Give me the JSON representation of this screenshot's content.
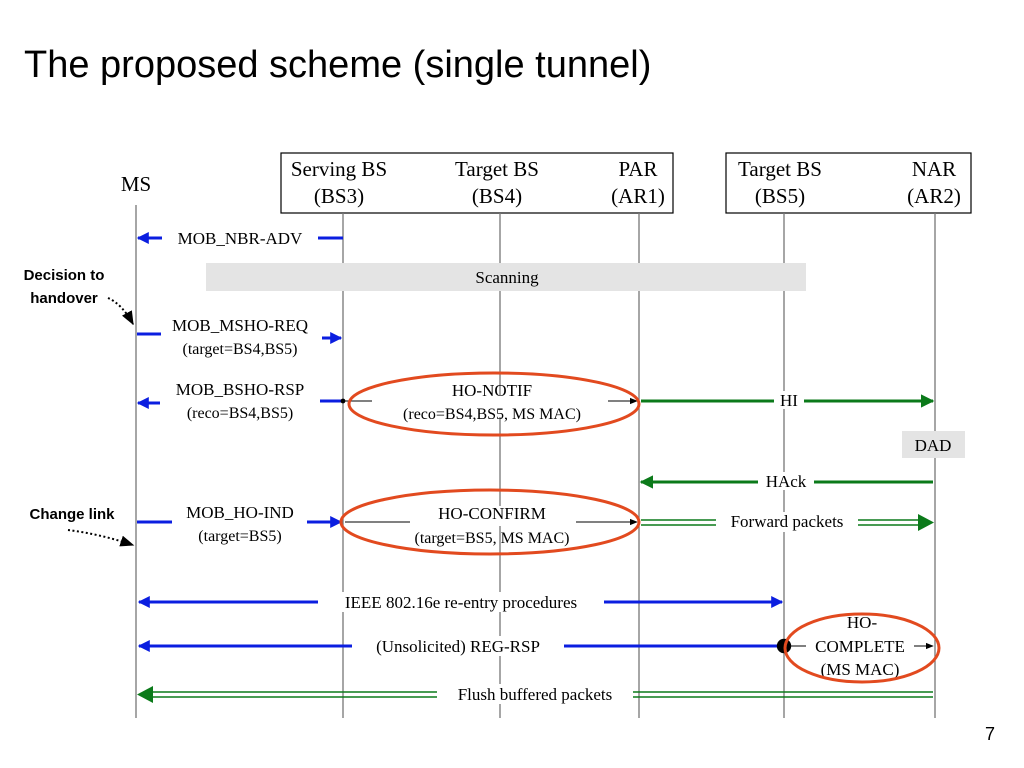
{
  "slide": {
    "title": "The proposed scheme (single tunnel)",
    "page_number": "7"
  },
  "colors": {
    "blue_arrow": "#0b1ee0",
    "green_arrow": "#0b7a1a",
    "red_ellipse": "#e24a1f",
    "lifeline": "#777777",
    "scanning_bar": "#e4e4e4",
    "dad_box": "#e4e4e4"
  },
  "entities": {
    "ms": "MS",
    "bs3_name": "Serving BS",
    "bs3_id": "(BS3)",
    "bs4_name": "Target BS",
    "bs4_id": "(BS4)",
    "ar1_name": "PAR",
    "ar1_id": "(AR1)",
    "bs5_name": "Target BS",
    "bs5_id": "(BS5)",
    "ar2_name": "NAR",
    "ar2_id": "(AR2)"
  },
  "annotations": {
    "decision_line1": "Decision to",
    "decision_line2": "handover",
    "change_link": "Change link"
  },
  "labels": {
    "scanning": "Scanning",
    "dad": "DAD",
    "mob_nbr_adv": "MOB_NBR-ADV",
    "mob_msho_req": "MOB_MSHO-REQ",
    "mob_msho_req_sub": "(target=BS4,BS5)",
    "mob_bsho_rsp": "MOB_BSHO-RSP",
    "mob_bsho_rsp_sub": "(reco=BS4,BS5)",
    "ho_notif": "HO-NOTIF",
    "ho_notif_sub": "(reco=BS4,BS5, MS MAC)",
    "hi": "HI",
    "hack": "HAck",
    "mob_ho_ind": "MOB_HO-IND",
    "mob_ho_ind_sub": "(target=BS5)",
    "ho_confirm": "HO-CONFIRM",
    "ho_confirm_sub": "(target=BS5, MS MAC)",
    "forward_packets": "Forward packets",
    "reentry": "IEEE  802.16e re-entry procedures",
    "reg_rsp": "(Unsolicited) REG-RSP",
    "ho_complete_1": "HO-",
    "ho_complete_2": "COMPLETE",
    "ho_complete_3": "(MS MAC)",
    "flush": "Flush buffered packets"
  }
}
